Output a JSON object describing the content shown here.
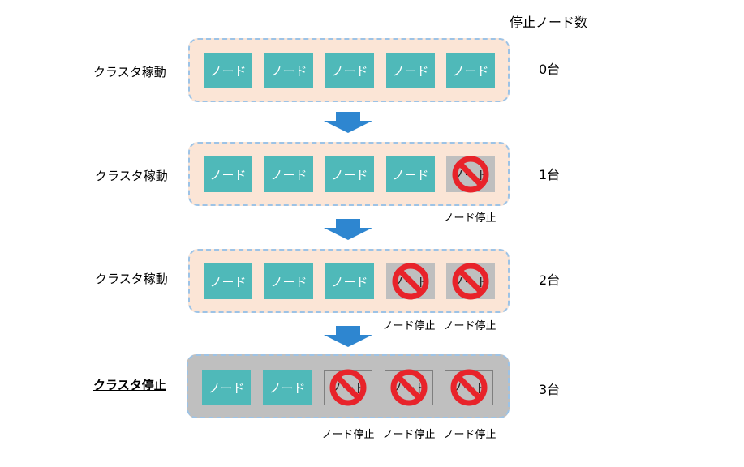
{
  "header": {
    "title": "停止ノード数"
  },
  "node_text": "ノード",
  "stop_label": "ノード停止",
  "colors": {
    "node": "#4fb9b9",
    "cluster_active": "#fbe5d6",
    "cluster_stopped": "#bfbfbf",
    "cluster_border": "#9dc3e6",
    "stop_sign": "#e8232a",
    "arrow": "#2e86d0"
  },
  "rows": [
    {
      "label": "クラスタ稼動",
      "count": "0台",
      "state": "active",
      "nodes": [
        "up",
        "up",
        "up",
        "up",
        "up"
      ]
    },
    {
      "label": "クラスタ稼動",
      "count": "1台",
      "state": "active",
      "nodes": [
        "up",
        "up",
        "up",
        "up",
        "down"
      ]
    },
    {
      "label": "クラスタ稼動",
      "count": "2台",
      "state": "active",
      "nodes": [
        "up",
        "up",
        "up",
        "down",
        "down"
      ]
    },
    {
      "label": "クラスタ停止",
      "count": "3台",
      "state": "stopped",
      "nodes": [
        "up",
        "up",
        "down",
        "down",
        "down"
      ]
    }
  ]
}
